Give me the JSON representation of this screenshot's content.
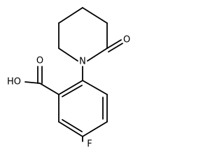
{
  "molecule": {
    "atoms": {
      "oxygen_ketone": "O",
      "nitrogen": "N",
      "hydroxyl": "HO",
      "oxygen_acid": "O",
      "fluorine": "F"
    }
  },
  "colors": {
    "line": "#000000",
    "text": "#000000",
    "background": "#ffffff"
  }
}
